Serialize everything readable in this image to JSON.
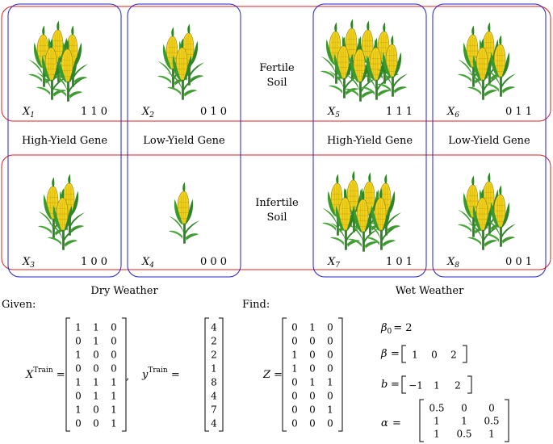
{
  "diagram": {
    "rows": {
      "fertile": [
        "Fertile",
        "Soil"
      ],
      "infertile": [
        "Infertile",
        "Soil"
      ]
    },
    "gene_labels": [
      "High-Yield Gene",
      "Low-Yield Gene",
      "High-Yield Gene",
      "Low-Yield Gene"
    ],
    "weather_labels": [
      "Dry Weather",
      "Wet Weather"
    ],
    "cells": [
      {
        "var": "X",
        "sub": "1",
        "code": "1 1 0",
        "plants": 5
      },
      {
        "var": "X",
        "sub": "2",
        "code": "0 1 0",
        "plants": 3
      },
      {
        "var": "X",
        "sub": "5",
        "code": "1 1 1",
        "plants": 8
      },
      {
        "var": "X",
        "sub": "6",
        "code": "0 1 1",
        "plants": 4
      },
      {
        "var": "X",
        "sub": "3",
        "code": "1 0 0",
        "plants": 3
      },
      {
        "var": "X",
        "sub": "4",
        "code": "0 0 0",
        "plants": 1
      },
      {
        "var": "X",
        "sub": "7",
        "code": "1 0 1",
        "plants": 7
      },
      {
        "var": "X",
        "sub": "8",
        "code": "0 0 1",
        "plants": 4
      }
    ],
    "colors": {
      "soil_border": "#dd2222",
      "gene_border": "#2222cc",
      "leaf": "#3a9a2e",
      "kernel": "#f3d21b"
    }
  },
  "given": {
    "label": "Given:",
    "x_name": "X",
    "x_sup": "Train",
    "x_matrix": [
      [
        "1",
        "1",
        "0"
      ],
      [
        "0",
        "1",
        "0"
      ],
      [
        "1",
        "0",
        "0"
      ],
      [
        "0",
        "0",
        "0"
      ],
      [
        "1",
        "1",
        "1"
      ],
      [
        "0",
        "1",
        "1"
      ],
      [
        "1",
        "0",
        "1"
      ],
      [
        "0",
        "0",
        "1"
      ]
    ],
    "comma": ",",
    "y_name": "y",
    "y_sup": "Train",
    "y_vector": [
      "4",
      "2",
      "2",
      "1",
      "8",
      "4",
      "7",
      "4"
    ]
  },
  "find": {
    "label": "Find:",
    "z_name": "Z",
    "z_matrix": [
      [
        "0",
        "1",
        "0"
      ],
      [
        "0",
        "0",
        "0"
      ],
      [
        "1",
        "0",
        "0"
      ],
      [
        "1",
        "0",
        "0"
      ],
      [
        "0",
        "1",
        "1"
      ],
      [
        "0",
        "0",
        "0"
      ],
      [
        "0",
        "0",
        "1"
      ],
      [
        "0",
        "0",
        "0"
      ]
    ],
    "beta0_lhs": "β",
    "beta0_sub": "0",
    "beta0_rhs": "= 2",
    "beta_lhs": "β",
    "beta_vec": [
      "1",
      "0",
      "2"
    ],
    "b_lhs": "b",
    "b_vec": [
      "−1",
      "1",
      "2"
    ],
    "alpha_lhs": "α",
    "alpha_matrix": [
      [
        "0.5",
        "0",
        "0"
      ],
      [
        "1",
        "1",
        "0.5"
      ],
      [
        "1",
        "0.5",
        "1"
      ]
    ]
  }
}
